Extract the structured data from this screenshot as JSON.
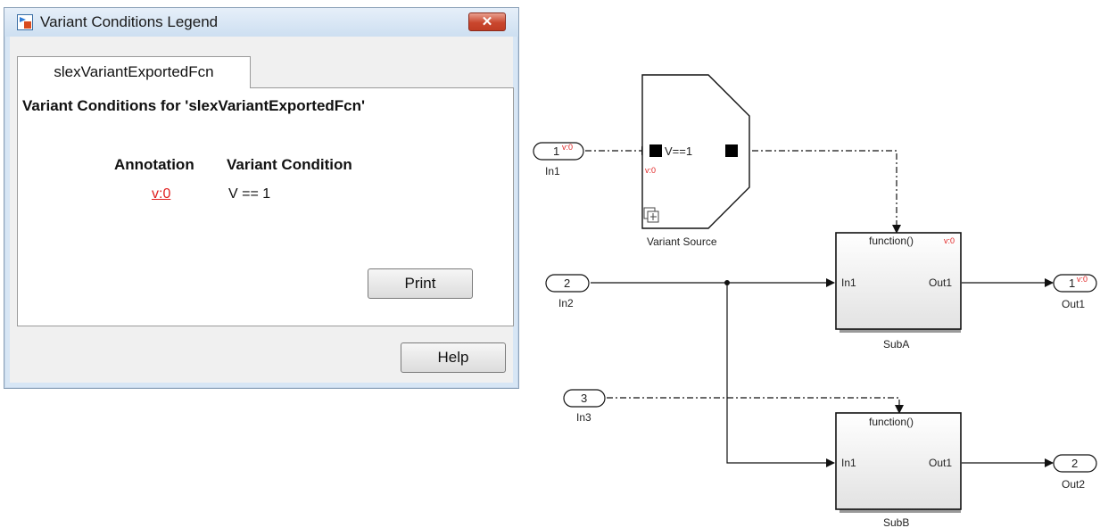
{
  "dialog": {
    "title": "Variant Conditions Legend",
    "close_label": "✕",
    "tab_label": "slexVariantExportedFcn",
    "panel_title": "Variant Conditions for 'slexVariantExportedFcn'",
    "columns": [
      "Annotation",
      "Variant Condition"
    ],
    "rows": [
      {
        "annotation": "v:0",
        "condition": "V == 1"
      }
    ],
    "print_label": "Print",
    "help_label": "Help"
  },
  "diagram": {
    "inports": [
      {
        "number": "1",
        "annotation": "v:0",
        "name": "In1"
      },
      {
        "number": "2",
        "name": "In2"
      },
      {
        "number": "3",
        "name": "In3"
      }
    ],
    "outports": [
      {
        "number": "1",
        "annotation": "v:0",
        "name": "Out1"
      },
      {
        "number": "2",
        "name": "Out2"
      }
    ],
    "variant_source": {
      "name": "Variant Source",
      "condition": "V==1",
      "annotation": "v:0",
      "icon": "variant-subsystem-icon"
    },
    "subsystems": [
      {
        "name": "SubA",
        "trigger": "function()",
        "annotation": "v:0",
        "in": "In1",
        "out": "Out1"
      },
      {
        "name": "SubB",
        "trigger": "function()",
        "in": "In1",
        "out": "Out1"
      }
    ]
  },
  "colors": {
    "annotation_red": "#e02020",
    "dialog_frame": "#d7e6f5",
    "close_button": "#c9462d"
  }
}
